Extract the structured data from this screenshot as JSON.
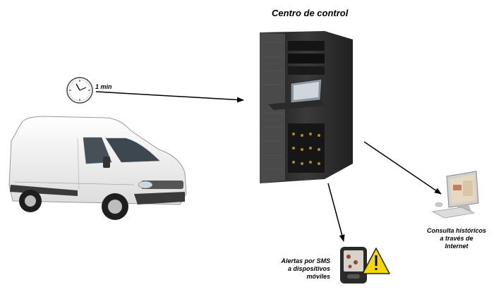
{
  "diagram": {
    "title": "Centro de control",
    "interval_label": "1 min",
    "sms_lines": [
      "Alertas por SMS",
      "a dispositivos",
      "móviles"
    ],
    "web_lines": [
      "Consulta históricos",
      "a través de",
      "Internet"
    ]
  },
  "icons": {
    "vehicle": "van-icon",
    "timer": "clock-icon",
    "server": "server-rack-icon",
    "mobile": "smartphone-icon",
    "alert": "warning-icon",
    "computer": "desktop-computer-icon"
  },
  "colors": {
    "arrow": "#000000",
    "rack": "#2b2b2b",
    "van_body": "#f2f2f2",
    "warning": "#f5d800"
  }
}
